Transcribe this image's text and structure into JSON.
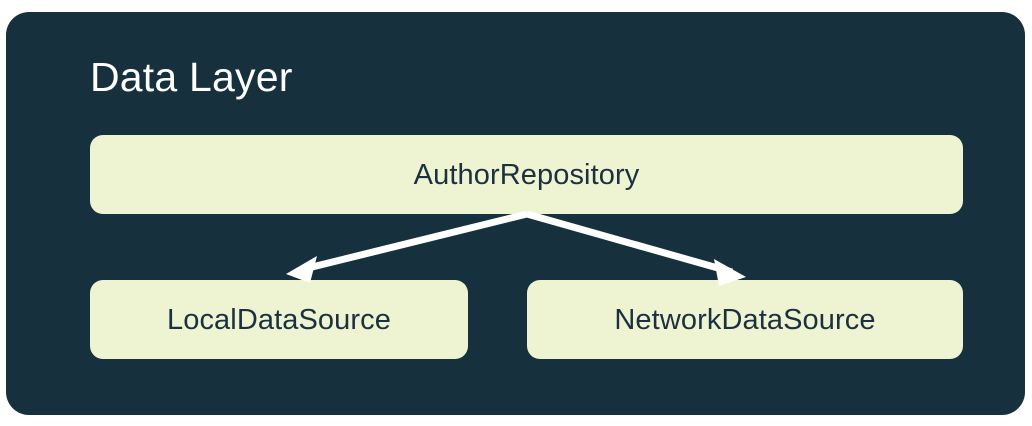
{
  "diagram": {
    "title": "Data Layer",
    "background_color": "#FFFFFF",
    "container_color": "#17303E",
    "node_color": "#EEF3D2",
    "node_text_color": "#1C3040",
    "title_color": "#FFFFFF",
    "arrow_color": "#FFFFFF",
    "nodes": [
      {
        "id": "author-repository",
        "label": "AuthorRepository",
        "row": "top"
      },
      {
        "id": "local-data-source",
        "label": "LocalDataSource",
        "row": "bottom"
      },
      {
        "id": "network-data-source",
        "label": "NetworkDataSource",
        "row": "bottom"
      }
    ],
    "edges": [
      {
        "from": "AuthorRepository",
        "to": "LocalDataSource",
        "style": "arrow"
      },
      {
        "from": "AuthorRepository",
        "to": "NetworkDataSource",
        "style": "arrow"
      }
    ]
  }
}
